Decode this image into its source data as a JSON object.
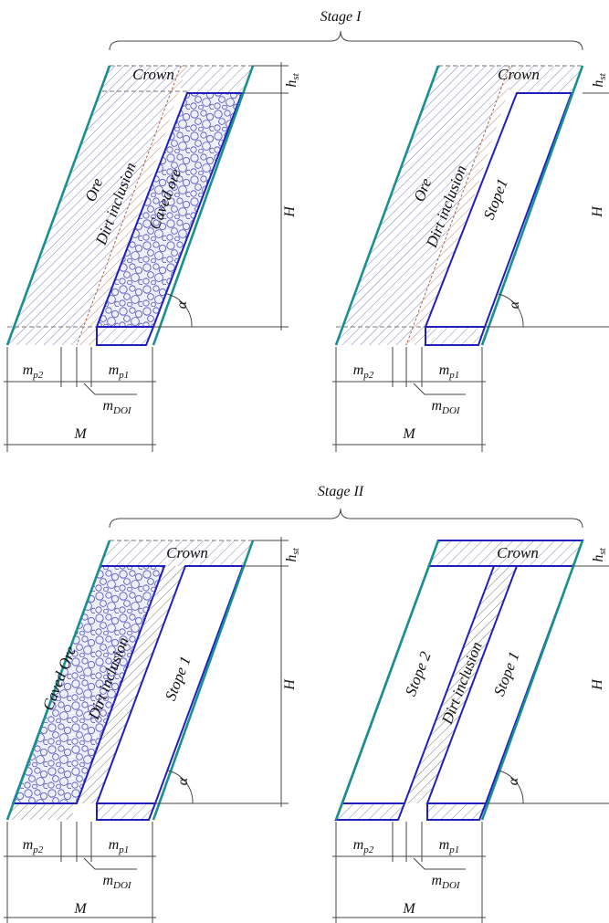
{
  "stages": [
    {
      "title": "Stage I",
      "left_panel": {
        "crown": "Crown",
        "ore": "Ore",
        "dirt_inclusion": "Dirt inclusion",
        "caved_ore": "Caved ore",
        "height_label": "H",
        "crown_height": {
          "base": "h",
          "sub": "st"
        },
        "angle": "α"
      },
      "right_panel": {
        "crown": "Crown",
        "ore": "Ore",
        "dirt_inclusion": "Dirt inclusion",
        "stope": "Stope1",
        "height_label": "H",
        "crown_height": {
          "base": "h",
          "sub": "st"
        },
        "angle": "α"
      }
    },
    {
      "title": "Stage II",
      "left_panel": {
        "crown": "Crown",
        "caved_ore": "Caved Ore",
        "dirt_inclusion": "Dirt inclusion",
        "stope": "Stope 1",
        "height_label": "H",
        "crown_height": {
          "base": "h",
          "sub": "st"
        },
        "angle": "α"
      },
      "right_panel": {
        "crown": "Crown",
        "stope_2": "Stope 2",
        "dirt_inclusion": "Dirt inclusion",
        "stope_1": "Stope 1",
        "height_label": "H",
        "crown_height": {
          "base": "h",
          "sub": "st"
        },
        "angle": "α"
      }
    }
  ],
  "dimensions": {
    "m_p2": {
      "base": "m",
      "sub": "p2"
    },
    "m_p1": {
      "base": "m",
      "sub": "p1"
    },
    "m_doi": {
      "base": "m",
      "sub": "DOI"
    },
    "M": "M"
  },
  "colors": {
    "ore_hatch": "#5a5aa8",
    "dirt_hatch": "#a86a5a",
    "crown_hatch": "#6a6a9a",
    "stope_outline": "#1f1fbf",
    "ore_edge": "#1a8f8f",
    "dim_line": "#444444",
    "caved_fill": "#eef0fb",
    "caved_circle": "#4a4ab8"
  }
}
